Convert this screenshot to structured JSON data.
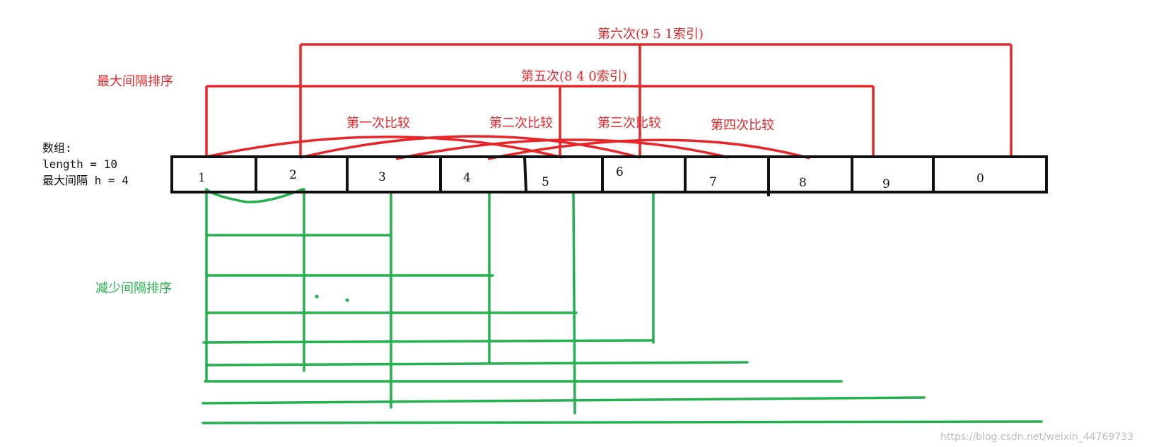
{
  "array_info": {
    "line1": "数组:",
    "line2": "length = 10",
    "line3": "最大间隔 h = 4"
  },
  "cells": [
    "1",
    "2",
    "3",
    "4",
    "5",
    "6",
    "7",
    "8",
    "9",
    "0"
  ],
  "labels": {
    "max_gap_sort": "最大间隔排序",
    "reduce_gap_sort": "减少间隔排序",
    "compare1": "第一次比较",
    "compare2": "第二次比较",
    "compare3": "第三次比较",
    "compare4": "第四次比较",
    "compare5": "第五次(8 4 0索引)",
    "compare6": "第六次(9 5 1索引)",
    "watermark": "https://blog.csdn.net/weixin_44769733"
  },
  "colors": {
    "red": "#e8262a",
    "green": "#22b14c",
    "black": "#111111"
  }
}
